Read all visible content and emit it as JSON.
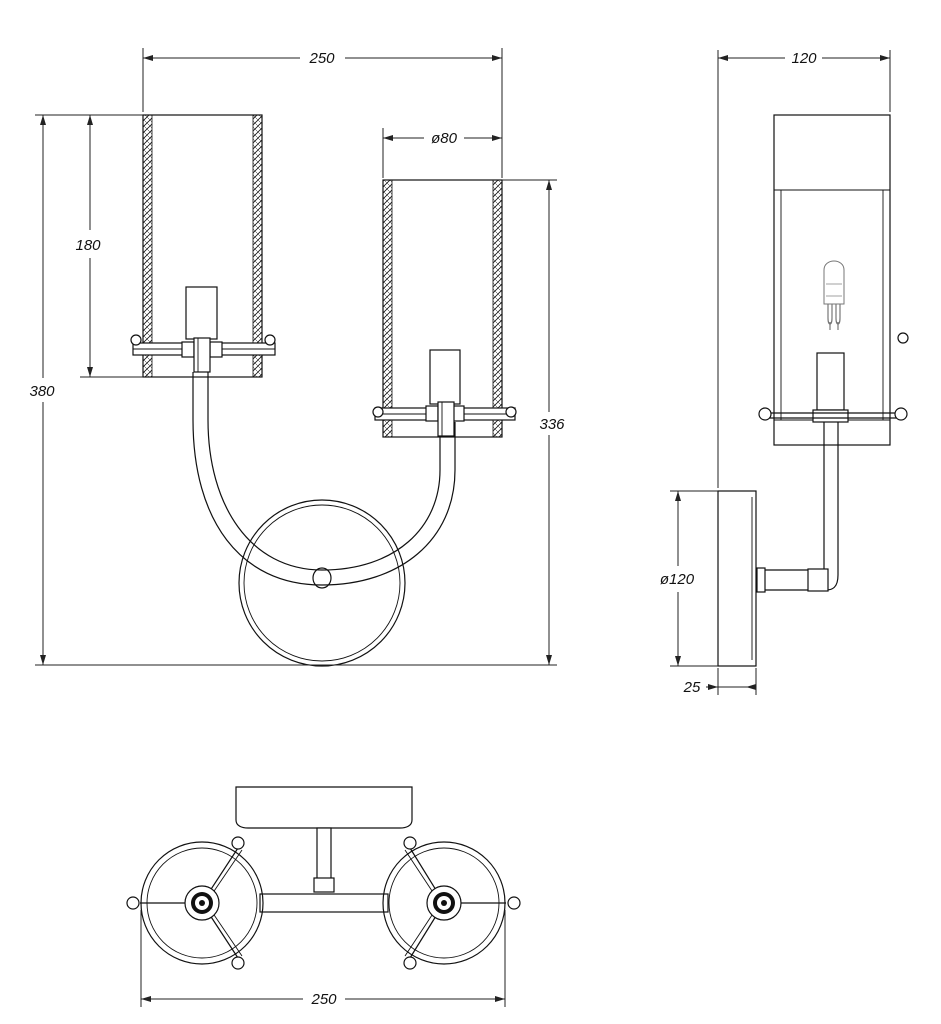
{
  "dimensions": {
    "front_width": "250",
    "shade_diameter": "ø80",
    "shade_height": "180",
    "total_height": "380",
    "right_arm_height": "336",
    "side_depth": "120",
    "backplate_diameter": "ø120",
    "backplate_depth": "25",
    "bottom_width": "250"
  }
}
